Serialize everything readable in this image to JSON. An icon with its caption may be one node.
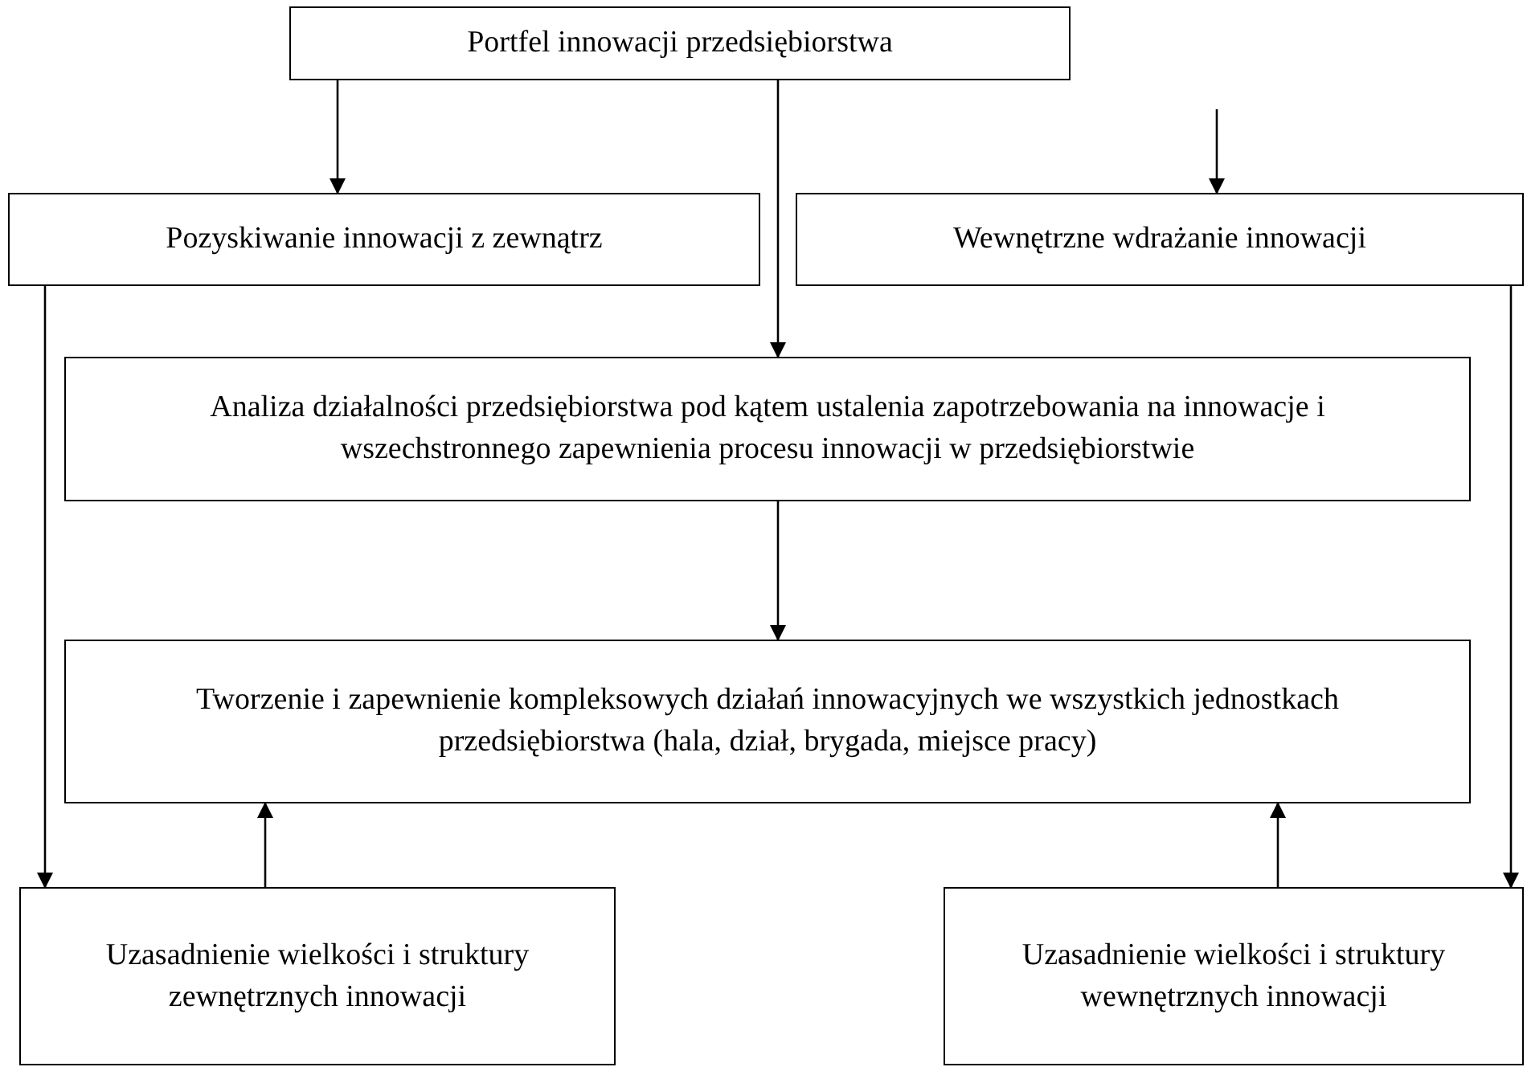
{
  "diagram": {
    "nodes": [
      {
        "text": [
          "Portfel innowacji przedsiębiorstwa"
        ]
      },
      {
        "text": [
          "Pozyskiwanie innowacji z zewnątrz"
        ]
      },
      {
        "text": [
          "Wewnętrzne wdrażanie innowacji"
        ]
      },
      {
        "text": [
          "Analiza działalności przedsiębiorstwa pod kątem ustalenia zapotrzebowania na innowacje i wszechstronnego zapewnienia procesu innowacji w przedsiębiorstwie"
        ]
      },
      {
        "text": [
          "Tworzenie i zapewnienie kompleksowych działań innowacyjnych we wszystkich jednostkach przedsiębiorstwa (hala, dział, brygada, miejsce pracy)"
        ]
      },
      {
        "text": [
          "Uzasadnienie wielkości i struktury zewnętrznych innowacji"
        ]
      },
      {
        "text": [
          "Uzasadnienie wielkości i struktury wewnętrznych innowacji"
        ]
      }
    ],
    "edges": [
      {
        "from": 0,
        "to": 1,
        "arrow": "to"
      },
      {
        "from": null,
        "to": 2,
        "arrow": "to"
      },
      {
        "from": 0,
        "to": 3,
        "arrow": "to"
      },
      {
        "from": 1,
        "to": 5,
        "arrow": "to"
      },
      {
        "from": 2,
        "to": 6,
        "arrow": "to"
      },
      {
        "from": 3,
        "to": 4,
        "arrow": "to"
      },
      {
        "from": 5,
        "to": 4,
        "arrow": "to"
      },
      {
        "from": 6,
        "to": 4,
        "arrow": "to"
      }
    ]
  }
}
